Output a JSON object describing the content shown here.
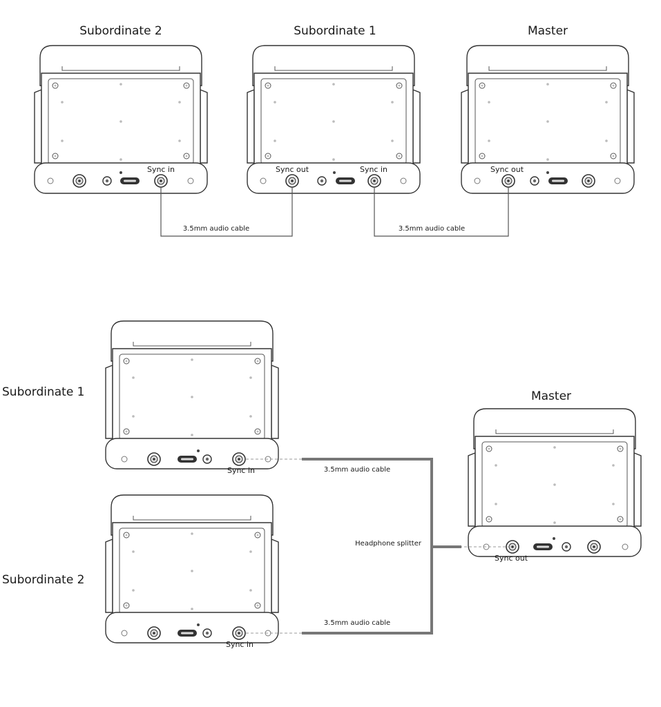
{
  "daisy_chain": {
    "devices": [
      {
        "title": "Subordinate 2",
        "port_labels": [
          "Sync in"
        ]
      },
      {
        "title": "Subordinate 1",
        "port_labels": [
          "Sync out",
          "Sync in"
        ]
      },
      {
        "title": "Master",
        "port_labels": [
          "Sync out"
        ]
      }
    ],
    "cables": [
      "3.5mm audio cable",
      "3.5mm audio cable"
    ]
  },
  "star": {
    "devices": [
      {
        "title": "Subordinate 1",
        "port_label": "Sync in"
      },
      {
        "title": "Subordinate 2",
        "port_label": "Sync in"
      },
      {
        "title": "Master",
        "port_label": "Sync out"
      }
    ],
    "cables": [
      "3.5mm audio cable",
      "3.5mm audio cable"
    ],
    "splitter": "Headphone splitter"
  }
}
